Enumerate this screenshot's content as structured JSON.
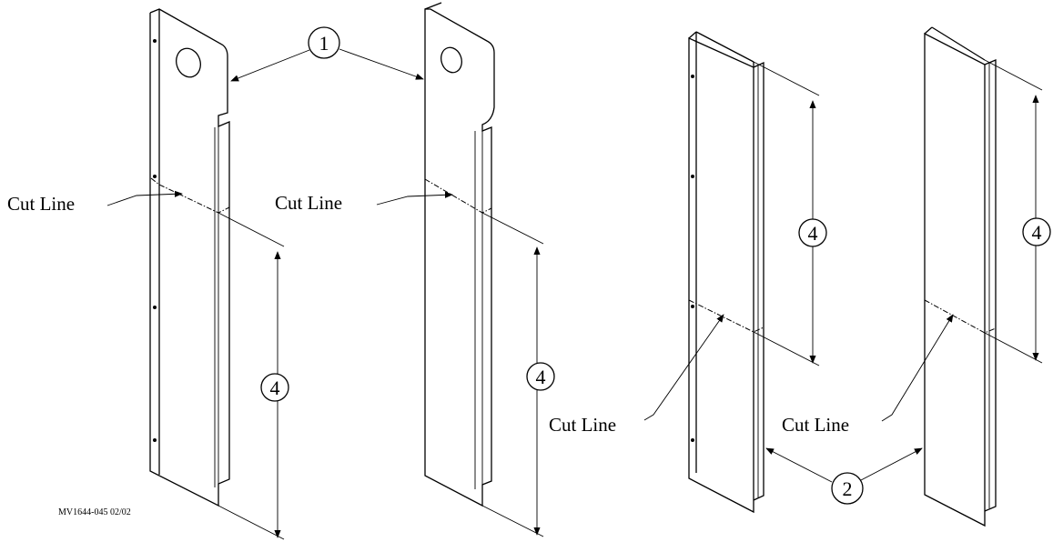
{
  "labels": {
    "cut_line": "Cut Line",
    "callout_1": "1",
    "callout_2": "2",
    "callout_4": "4",
    "drawing_code": "MV1644-045 02/02"
  },
  "colors": {
    "line": "#000000",
    "background": "#ffffff"
  }
}
